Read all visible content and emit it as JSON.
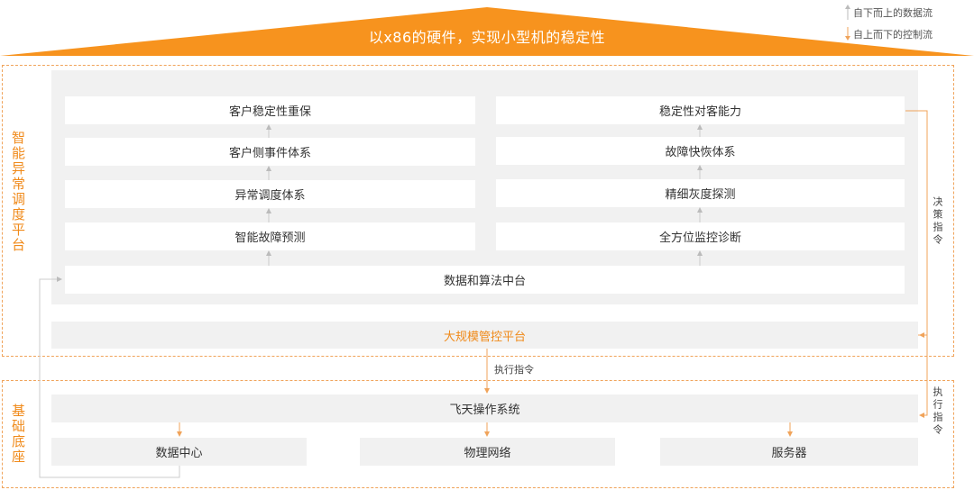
{
  "roof": {
    "title": "以x86的硬件，实现小型机的稳定性",
    "color": "#f7931e"
  },
  "legend": {
    "up_flow": "自下而上的数据流",
    "down_flow": "自上而下的控制流"
  },
  "upper_section": {
    "label": "智能异常调度平台",
    "left_stack": [
      "客户稳定性重保",
      "客户侧事件体系",
      "异常调度体系",
      "智能故障预测"
    ],
    "right_stack": [
      "稳定性对客能力",
      "故障快恢体系",
      "精细灰度探测",
      "全方位监控诊断"
    ],
    "middle_platform": "数据和算法中台",
    "management_platform": "大规模管控平台",
    "decision_label": "决策指令"
  },
  "exec_label_center": "执行指令",
  "exec_label_right": "执行指令",
  "lower_section": {
    "label": "基础底座",
    "os": "飞天操作系统",
    "bottom_boxes": [
      "数据中心",
      "物理网络",
      "服务器"
    ]
  },
  "colors": {
    "accent": "#f08a1a",
    "dashed_border": "#f0a35a",
    "panel": "#f1f1f1"
  }
}
